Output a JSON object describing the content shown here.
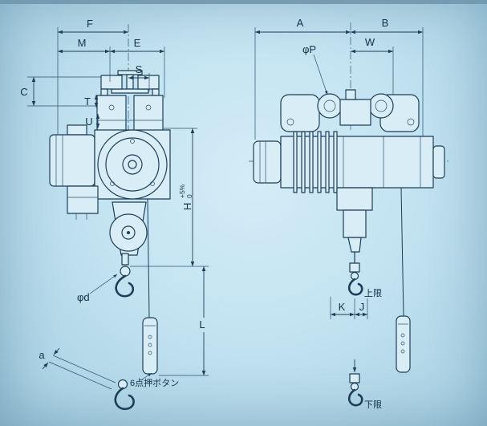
{
  "page": {
    "paper_color": "#c3e3f1",
    "ink_color": "#1d3e59"
  },
  "diagram": {
    "front_view": {
      "dims": {
        "F": "F",
        "M": "M",
        "E": "E",
        "S": "S",
        "C": "C",
        "T": "T",
        "U": "U",
        "H": "H",
        "H_tol_upper": "+5%",
        "H_tol_lower": "0",
        "L": "L",
        "a": "a",
        "rope_dia": "φd"
      },
      "pendant_note": "6点押ボタン"
    },
    "side_view": {
      "dims": {
        "A": "A",
        "B": "B",
        "W": "W",
        "wheel_dia": "φP",
        "K": "K",
        "J": "J"
      },
      "upper_limit_note": "上限",
      "lower_limit_note": "下限"
    }
  }
}
